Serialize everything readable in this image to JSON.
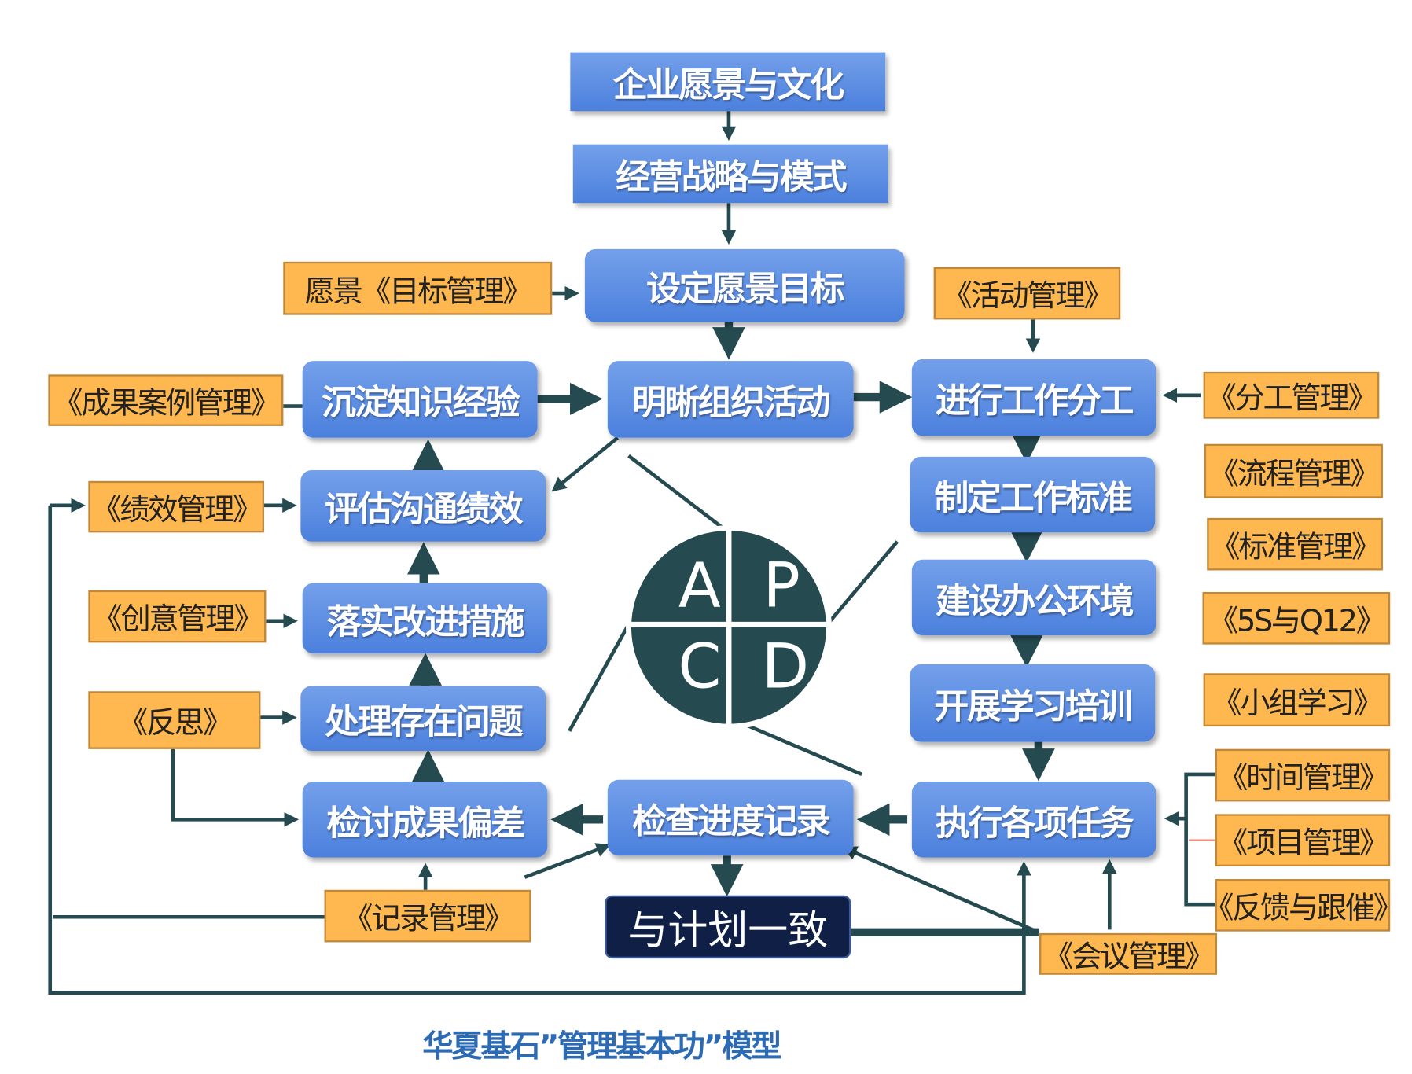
{
  "main_chain": {
    "vision_culture": "企业愿景与文化",
    "strategy_model": "经营战略与模式",
    "set_vision_goals": "设定愿景目标",
    "clarify_org_activities": "明晰组织活动",
    "consistent_with_plan": "与计划一致"
  },
  "left_column": {
    "knowledge": "沉淀知识经验",
    "evaluate": "评估沟通绩效",
    "improve": "落实改进措施",
    "handle_issues": "处理存在问题",
    "review_deviation": "检讨成果偏差"
  },
  "right_column": {
    "division": "进行工作分工",
    "standards": "制定工作标准",
    "office_env": "建设办公环境",
    "training": "开展学习培训",
    "execute": "执行各项任务"
  },
  "center": {
    "check_progress": "检查进度记录"
  },
  "tools": {
    "goal_mgmt": "愿景《目标管理》",
    "activity_mgmt": "《活动管理》",
    "case_mgmt": "《成果案例管理》",
    "division_mgmt": "《分工管理》",
    "performance_mgmt": "《绩效管理》",
    "process_mgmt": "《流程管理》",
    "standard_mgmt": "《标准管理》",
    "creative_mgmt": "《创意管理》",
    "5s_q12": "《5S与Q12》",
    "reflection": "《反思》",
    "group_learning": "《小组学习》",
    "time_mgmt": "《时间管理》",
    "project_mgmt": "《项目管理》",
    "feedback": "《反馈与跟催》",
    "record_mgmt": "《记录管理》",
    "meeting_mgmt": "《会议管理》"
  },
  "pdca": {
    "a": "A",
    "p": "P",
    "c": "C",
    "d": "D"
  },
  "caption": "华夏基石”管理基本功”模型",
  "colors": {
    "box_blue": "#4b80dd",
    "tool_orange": "#ffb84f",
    "line": "#254b50",
    "navy": "#0f1f45",
    "caption": "#2d6ab4"
  }
}
